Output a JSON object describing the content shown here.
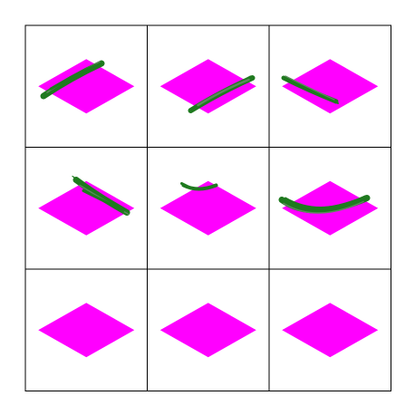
{
  "colors": {
    "background": "#ffffff",
    "grid_line": "#000000",
    "tile": "#ff00ff",
    "stroke_dark": "#1f7a1f",
    "stroke_light": "#5a8a5a"
  },
  "board": {
    "rows": 3,
    "cols": 3,
    "cells": [
      {
        "pattern": "diagonal-rising-left"
      },
      {
        "pattern": "diagonal-rising-right"
      },
      {
        "pattern": "diagonal-falling-short"
      },
      {
        "pattern": "diagonal-falling-long"
      },
      {
        "pattern": "short-arc-top"
      },
      {
        "pattern": "wide-arc"
      },
      {
        "pattern": "empty"
      },
      {
        "pattern": "empty"
      },
      {
        "pattern": "empty"
      }
    ]
  }
}
